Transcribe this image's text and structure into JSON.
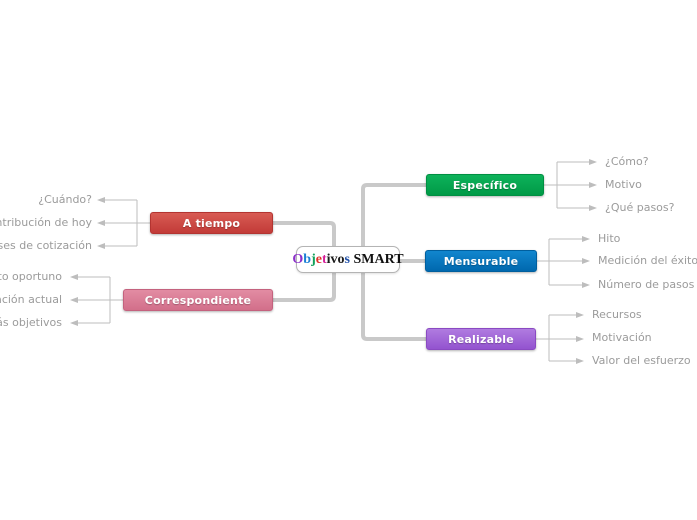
{
  "canvas": {
    "background": "#ffffff",
    "connector_thick_color": "#c9c9c9",
    "connector_thin_color": "#bdbdbd",
    "child_text_color": "#9b9b9b"
  },
  "center": {
    "title": "Objetivos SMART",
    "letters": [
      {
        "ch": "O",
        "color": "#8B2FC9"
      },
      {
        "ch": "b",
        "color": "#1A7FD4"
      },
      {
        "ch": "j",
        "color": "#12A15A"
      },
      {
        "ch": "e",
        "color": "#E0312A"
      },
      {
        "ch": "t",
        "color": "#D6219C"
      },
      {
        "ch": "i",
        "color": "#1a1a1a"
      },
      {
        "ch": "v",
        "color": "#1a1a1a"
      },
      {
        "ch": "o",
        "color": "#1a1a1a"
      },
      {
        "ch": "s",
        "color": "#1E4FA8"
      },
      {
        "ch": " ",
        "color": "#111111"
      },
      {
        "ch": "S",
        "color": "#111111"
      },
      {
        "ch": "M",
        "color": "#111111"
      },
      {
        "ch": "A",
        "color": "#111111"
      },
      {
        "ch": "R",
        "color": "#111111"
      },
      {
        "ch": "T",
        "color": "#111111"
      }
    ]
  },
  "topics": [
    {
      "label": "Específico",
      "side": "right",
      "color_top": "#0db25a",
      "color_bottom": "#009a47",
      "border": "#008f42",
      "children": [
        "¿Cómo?",
        "Motivo",
        "¿Qué pasos?"
      ]
    },
    {
      "label": "Mensurable",
      "side": "right",
      "color_top": "#1186ce",
      "color_bottom": "#0068ae",
      "border": "#005f9e",
      "children": [
        "Hito",
        "Medición del éxito",
        "Número de pasos"
      ]
    },
    {
      "label": "Realizable",
      "side": "right",
      "color_top": "#b07be0",
      "color_bottom": "#9353cf",
      "border": "#8a4ac2",
      "children": [
        "Recursos",
        "Motivación",
        "Valor del esfuerzo"
      ]
    },
    {
      "label": "A tiempo",
      "side": "left",
      "color_top": "#d85b53",
      "color_bottom": "#c23b38",
      "border": "#b33431",
      "children": [
        "¿Cuándo?",
        "Contribución de hoy",
        "meses de cotización"
      ]
    },
    {
      "label": "Correspondiente",
      "side": "left",
      "color_top": "#e28ca3",
      "color_bottom": "#d26f8a",
      "border": "#c4627e",
      "children": [
        "ento oportuno",
        "tuación actual",
        "más objetivos"
      ]
    }
  ]
}
